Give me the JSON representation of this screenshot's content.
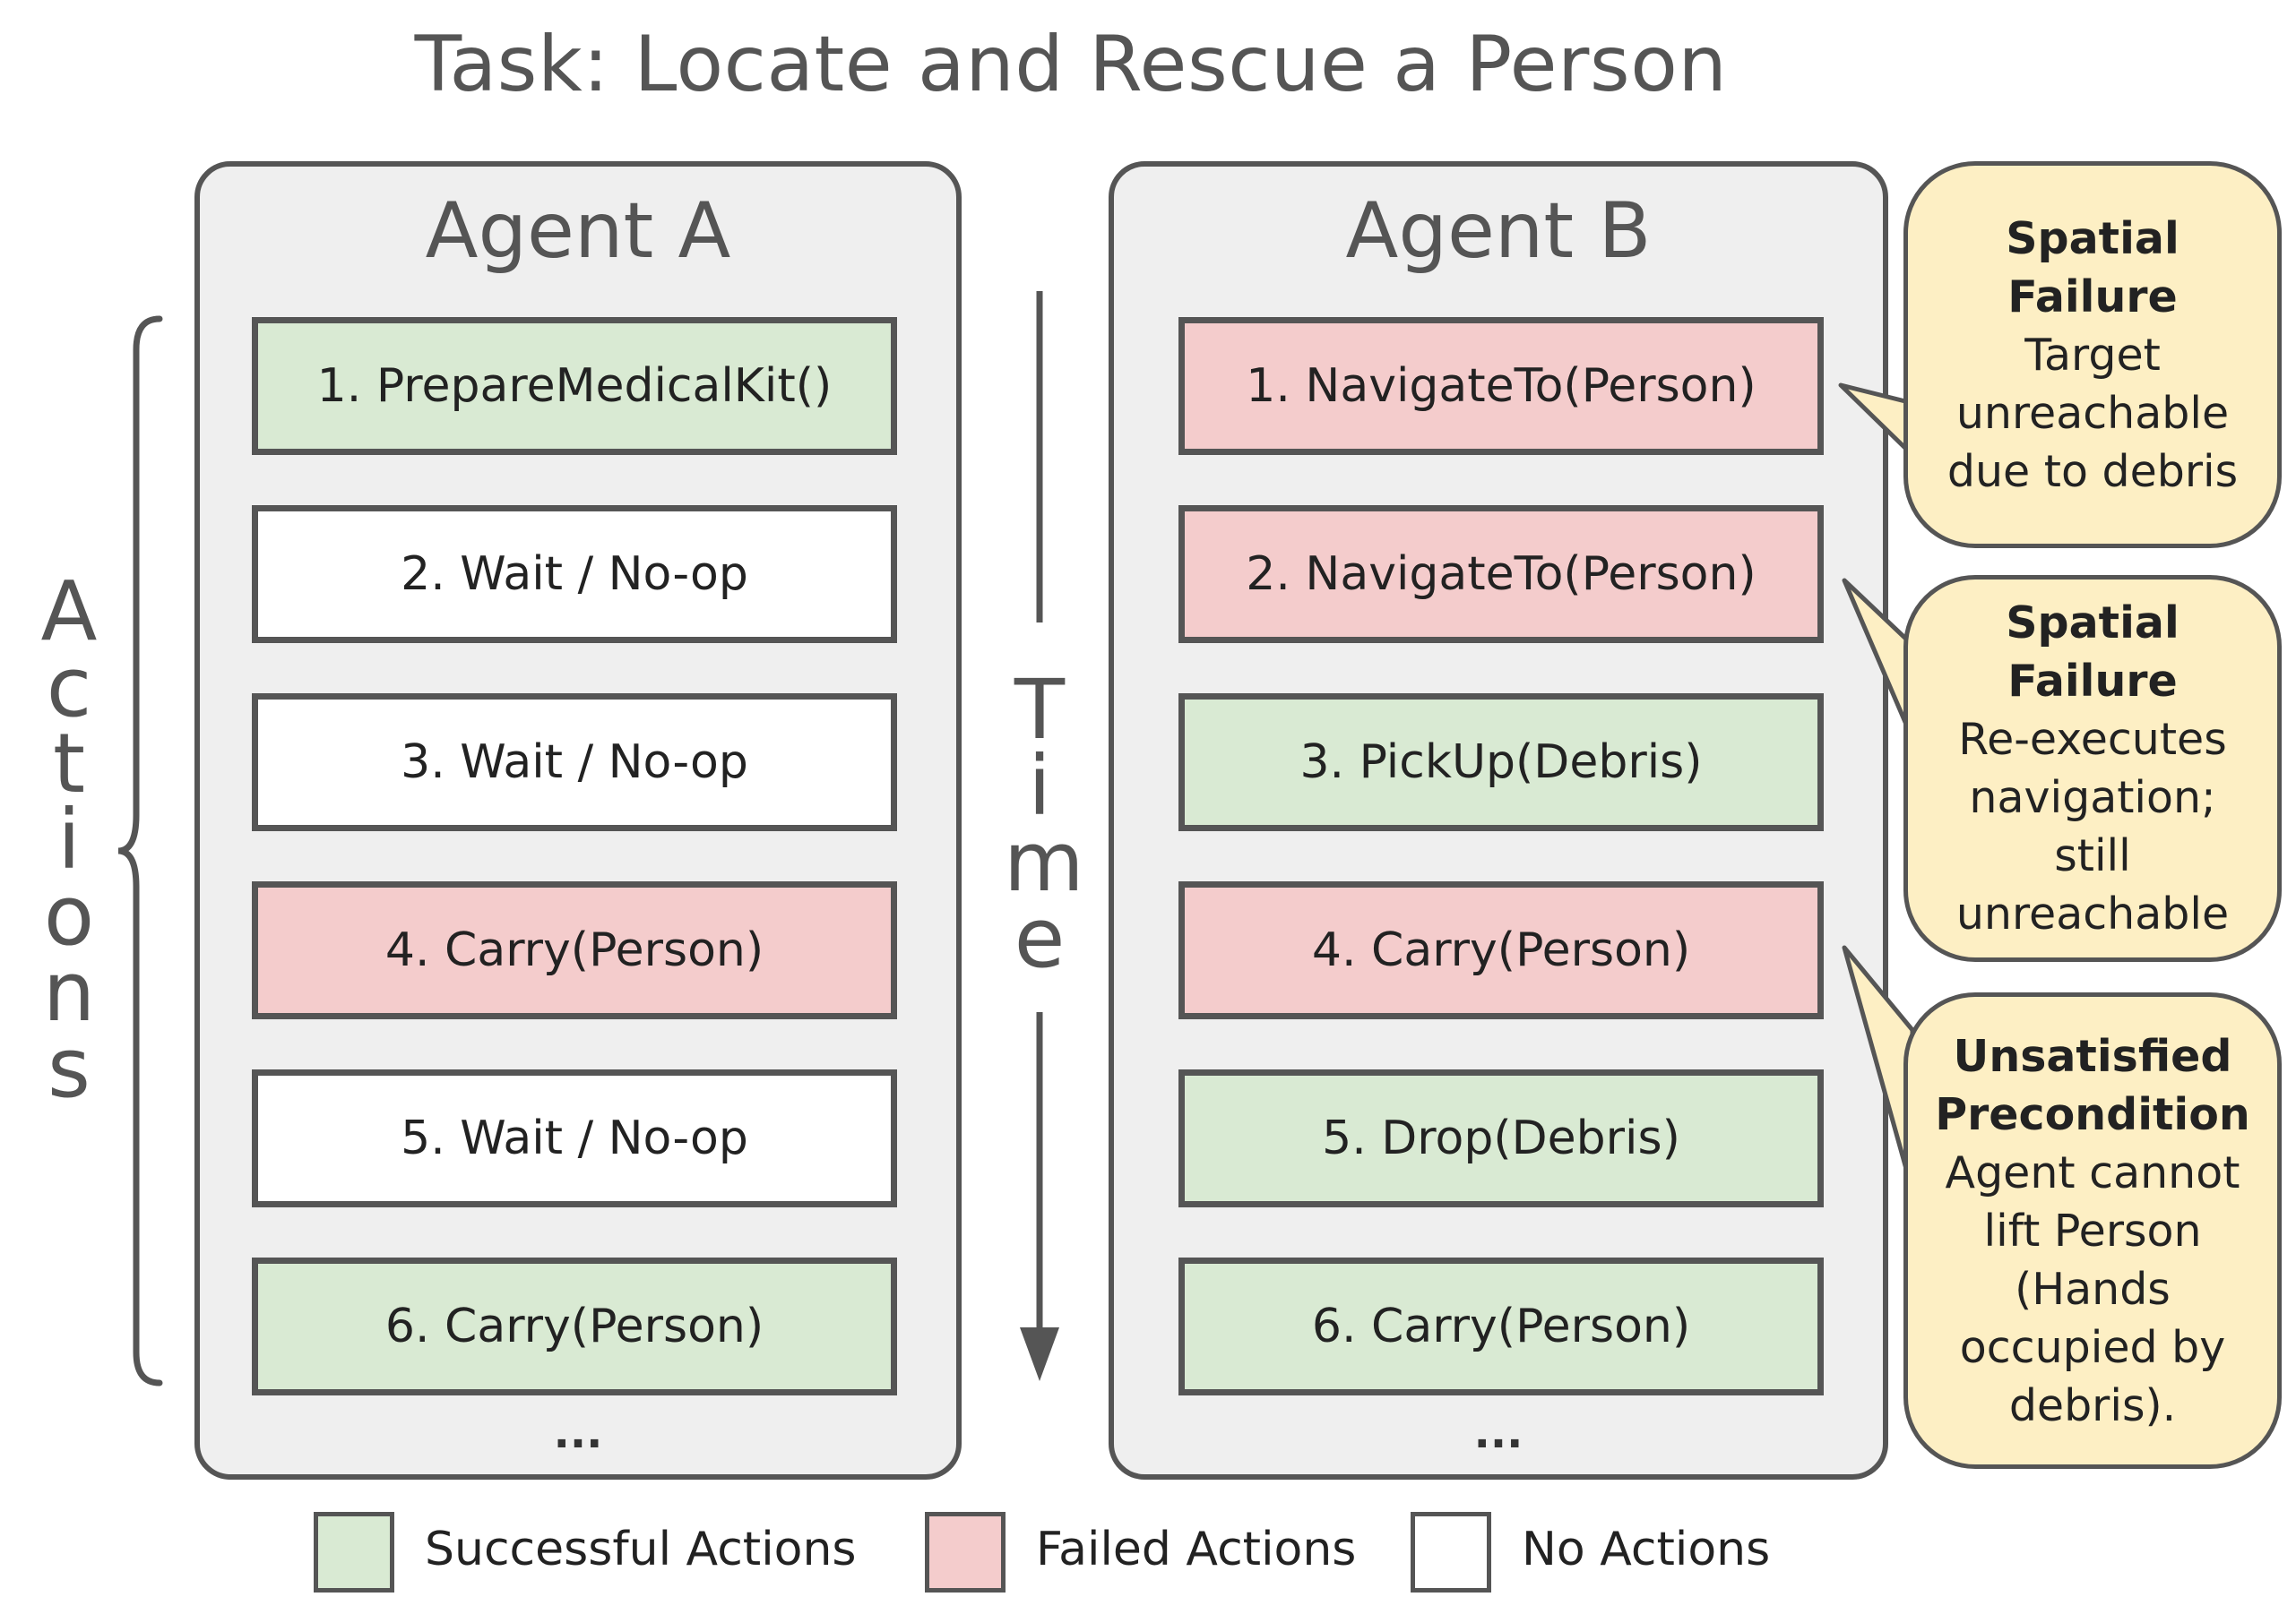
{
  "title": "Task: Locate and Rescue a Person",
  "colors": {
    "success": "#d9ead3",
    "failure": "#f4cccc",
    "none": "#ffffff",
    "callout": "#fdefc4",
    "stroke": "#555555"
  },
  "axis_labels": {
    "actions": "Actions",
    "time": "Time"
  },
  "agents": [
    {
      "name": "Agent A",
      "actions": [
        {
          "label": "1. PrepareMedicalKit()",
          "status": "success"
        },
        {
          "label": "2. Wait / No-op",
          "status": "none"
        },
        {
          "label": "3. Wait / No-op",
          "status": "none"
        },
        {
          "label": "4. Carry(Person)",
          "status": "failure"
        },
        {
          "label": "5. Wait / No-op",
          "status": "none"
        },
        {
          "label": "6. Carry(Person)",
          "status": "success"
        }
      ],
      "more": "..."
    },
    {
      "name": "Agent B",
      "actions": [
        {
          "label": "1. NavigateTo(Person)",
          "status": "failure"
        },
        {
          "label": "2. NavigateTo(Person)",
          "status": "failure"
        },
        {
          "label": "3. PickUp(Debris)",
          "status": "success"
        },
        {
          "label": "4. Carry(Person)",
          "status": "failure"
        },
        {
          "label": "5. Drop(Debris)",
          "status": "success"
        },
        {
          "label": "6. Carry(Person)",
          "status": "success"
        }
      ],
      "more": "..."
    }
  ],
  "callouts": [
    {
      "title_lines": [
        "Spatial",
        "Failure"
      ],
      "body_lines": [
        "Target",
        "unreachable",
        "due to debris"
      ]
    },
    {
      "title_lines": [
        "Spatial",
        "Failure"
      ],
      "body_lines": [
        "Re-executes",
        "navigation;",
        "still",
        "unreachable"
      ]
    },
    {
      "title_lines": [
        "Unsatisfied",
        "Precondition"
      ],
      "body_lines": [
        "Agent cannot",
        "lift Person",
        "(Hands",
        "occupied by",
        "debris)."
      ]
    }
  ],
  "legend": [
    {
      "label": "Successful Actions",
      "status": "success"
    },
    {
      "label": "Failed Actions",
      "status": "failure"
    },
    {
      "label": "No Actions",
      "status": "none"
    }
  ]
}
